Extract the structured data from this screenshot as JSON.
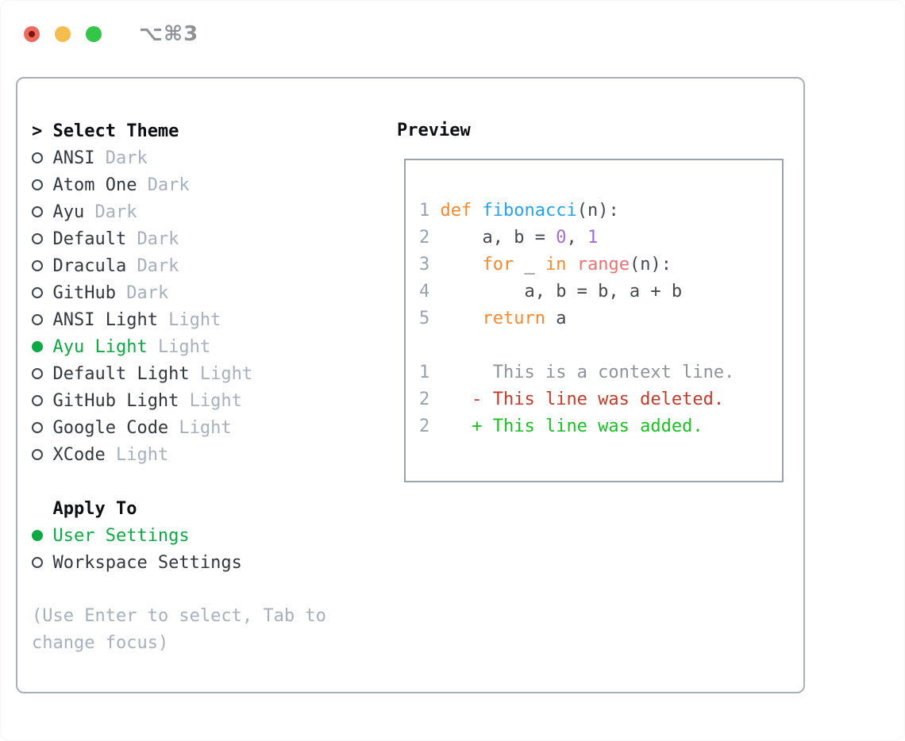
{
  "titlebar": {
    "shortcut_label": "⌥⌘3",
    "traffic_lights": [
      "close",
      "minimize",
      "zoom"
    ]
  },
  "theme_panel": {
    "prompt": ">",
    "header": "Select Theme",
    "items": [
      {
        "name": "ANSI",
        "variant": "Dark",
        "selected": false
      },
      {
        "name": "Atom One",
        "variant": "Dark",
        "selected": false
      },
      {
        "name": "Ayu",
        "variant": "Dark",
        "selected": false
      },
      {
        "name": "Default",
        "variant": "Dark",
        "selected": false
      },
      {
        "name": "Dracula",
        "variant": "Dark",
        "selected": false
      },
      {
        "name": "GitHub",
        "variant": "Dark",
        "selected": false
      },
      {
        "name": "ANSI Light",
        "variant": "Light",
        "selected": false
      },
      {
        "name": "Ayu Light",
        "variant": "Light",
        "selected": true
      },
      {
        "name": "Default Light",
        "variant": "Light",
        "selected": false
      },
      {
        "name": "GitHub Light",
        "variant": "Light",
        "selected": false
      },
      {
        "name": "Google Code",
        "variant": "Light",
        "selected": false
      },
      {
        "name": "XCode",
        "variant": "Light",
        "selected": false
      }
    ]
  },
  "apply_panel": {
    "header": "Apply To",
    "options": [
      {
        "label": "User Settings",
        "selected": true
      },
      {
        "label": "Workspace Settings",
        "selected": false
      }
    ]
  },
  "hint": {
    "text": "(Use Enter to select, Tab to change focus)"
  },
  "preview": {
    "header": "Preview",
    "code": [
      {
        "tokens": [
          {
            "text": "1 ",
            "type": "ln"
          },
          {
            "text": "def ",
            "type": "kw"
          },
          {
            "text": "fibonacci",
            "type": "fn"
          },
          {
            "text": "(n):",
            "type": "pl"
          }
        ]
      },
      {
        "tokens": [
          {
            "text": "2 ",
            "type": "ln"
          },
          {
            "text": "    a, b = ",
            "type": "pl"
          },
          {
            "text": "0",
            "type": "num"
          },
          {
            "text": ", ",
            "type": "pl"
          },
          {
            "text": "1",
            "type": "num"
          }
        ]
      },
      {
        "tokens": [
          {
            "text": "3 ",
            "type": "ln"
          },
          {
            "text": "    ",
            "type": "pl"
          },
          {
            "text": "for",
            "type": "kw"
          },
          {
            "text": " _ ",
            "type": "pl"
          },
          {
            "text": "in",
            "type": "kw"
          },
          {
            "text": " ",
            "type": "pl"
          },
          {
            "text": "range",
            "type": "call"
          },
          {
            "text": "(n):",
            "type": "pl"
          }
        ]
      },
      {
        "tokens": [
          {
            "text": "4 ",
            "type": "ln"
          },
          {
            "text": "        a, b = b, a + b",
            "type": "pl"
          }
        ]
      },
      {
        "tokens": [
          {
            "text": "5 ",
            "type": "ln"
          },
          {
            "text": "    ",
            "type": "pl"
          },
          {
            "text": "return",
            "type": "kw"
          },
          {
            "text": " a",
            "type": "pl"
          }
        ]
      },
      {
        "tokens": [
          {
            "text": "",
            "type": "pl"
          }
        ]
      },
      {
        "tokens": [
          {
            "text": "1",
            "type": "ln"
          },
          {
            "text": "      This is a context line.",
            "type": "ctx"
          }
        ]
      },
      {
        "tokens": [
          {
            "text": "2",
            "type": "ln"
          },
          {
            "text": "    ",
            "type": "pl"
          },
          {
            "text": "- This line was deleted.",
            "type": "del"
          }
        ]
      },
      {
        "tokens": [
          {
            "text": "2",
            "type": "ln"
          },
          {
            "text": "    ",
            "type": "pl"
          },
          {
            "text": "+ This line was added.",
            "type": "add"
          }
        ]
      }
    ]
  },
  "colors": {
    "accent_green": "#0ca944",
    "keyword_orange": "#f8882e",
    "function_blue": "#29a2ec",
    "number_purple": "#a26bd4",
    "builtin_coral": "#f07171",
    "deleted_red": "#c43a2b",
    "added_green": "#19c122",
    "muted_gray": "#a7b0bd",
    "line_number_gray": "#98a2b0"
  }
}
